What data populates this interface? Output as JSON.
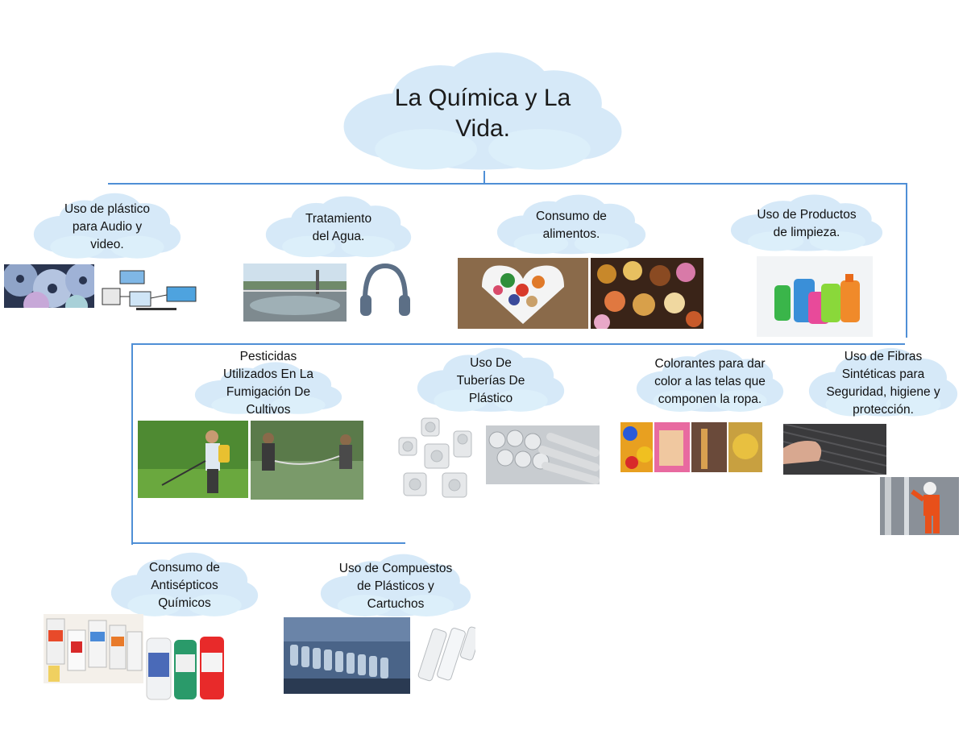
{
  "title": "La Química y La\nVida.",
  "topics": [
    {
      "id": "audio",
      "label": "Uso de plástico\npara Audio y\nvideo.",
      "images": [
        "cd-discs-photo",
        "recording-diagram-image"
      ]
    },
    {
      "id": "agua",
      "label": "Tratamiento\ndel Agua.",
      "images": [
        "water-treatment-photo",
        "headphones-photo"
      ]
    },
    {
      "id": "alimentos",
      "label": "Consumo de\nalimentos.",
      "images": [
        "healthy-food-photo",
        "junk-food-photo"
      ]
    },
    {
      "id": "limpieza",
      "label": "Uso de Productos\nde limpieza.",
      "images": [
        "cleaning-bottles-photo"
      ]
    },
    {
      "id": "pesticidas",
      "label": "Pesticidas\nUtilizados En La\nFumigación De\nCultivos",
      "images": [
        "fumigation-photo-1",
        "fumigation-photo-2"
      ]
    },
    {
      "id": "tuberias",
      "label": "Uso De\nTuberías De\nPlástico",
      "images": [
        "pvc-fittings-photo",
        "pvc-pipes-photo"
      ]
    },
    {
      "id": "colorantes",
      "label": "Colorantes para dar\ncolor a las telas que\ncomponen la ropa.",
      "images": [
        "dyes-photo"
      ]
    },
    {
      "id": "fibras",
      "label": "Uso de Fibras\nSintéticas para\nSeguridad, higiene y\nprotección.",
      "images": [
        "fabric-photo",
        "firefighter-photo"
      ]
    },
    {
      "id": "antisepticos",
      "label": "Consumo de\nAntisépticos\nQuímicos",
      "images": [
        "antiseptic-bottles-photo",
        "mouthwash-photo"
      ]
    },
    {
      "id": "compuestos",
      "label": "Uso de Compuestos\nde Plásticos y\nCartuchos",
      "images": [
        "bottle-factory-photo",
        "filter-cartridges-photo"
      ]
    }
  ],
  "colors": {
    "cloud": "#d6e9f8",
    "cloud_edge": "#c2ddf3",
    "connector": "#4f8fd6"
  }
}
